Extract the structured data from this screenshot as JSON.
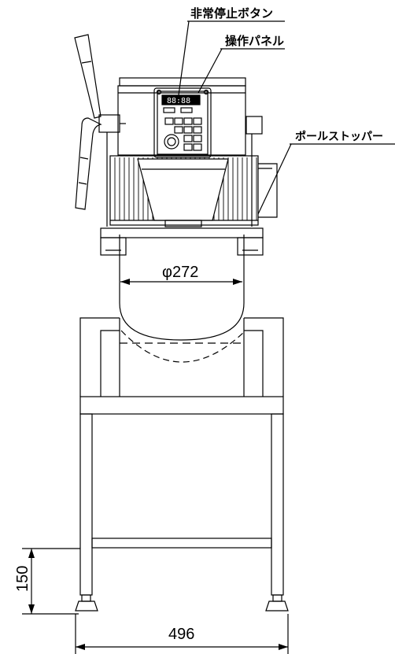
{
  "callouts": {
    "emergency_stop": "非常停止ボタン",
    "operation_panel": "操作パネル",
    "pole_stopper": "ポールストッパー"
  },
  "dimensions": {
    "bowl_diameter": "φ272",
    "leg_height": "150",
    "total_width": "496"
  },
  "panel": {
    "display_text": "88:88"
  },
  "colors": {
    "line": "#000000",
    "background": "#ffffff"
  }
}
